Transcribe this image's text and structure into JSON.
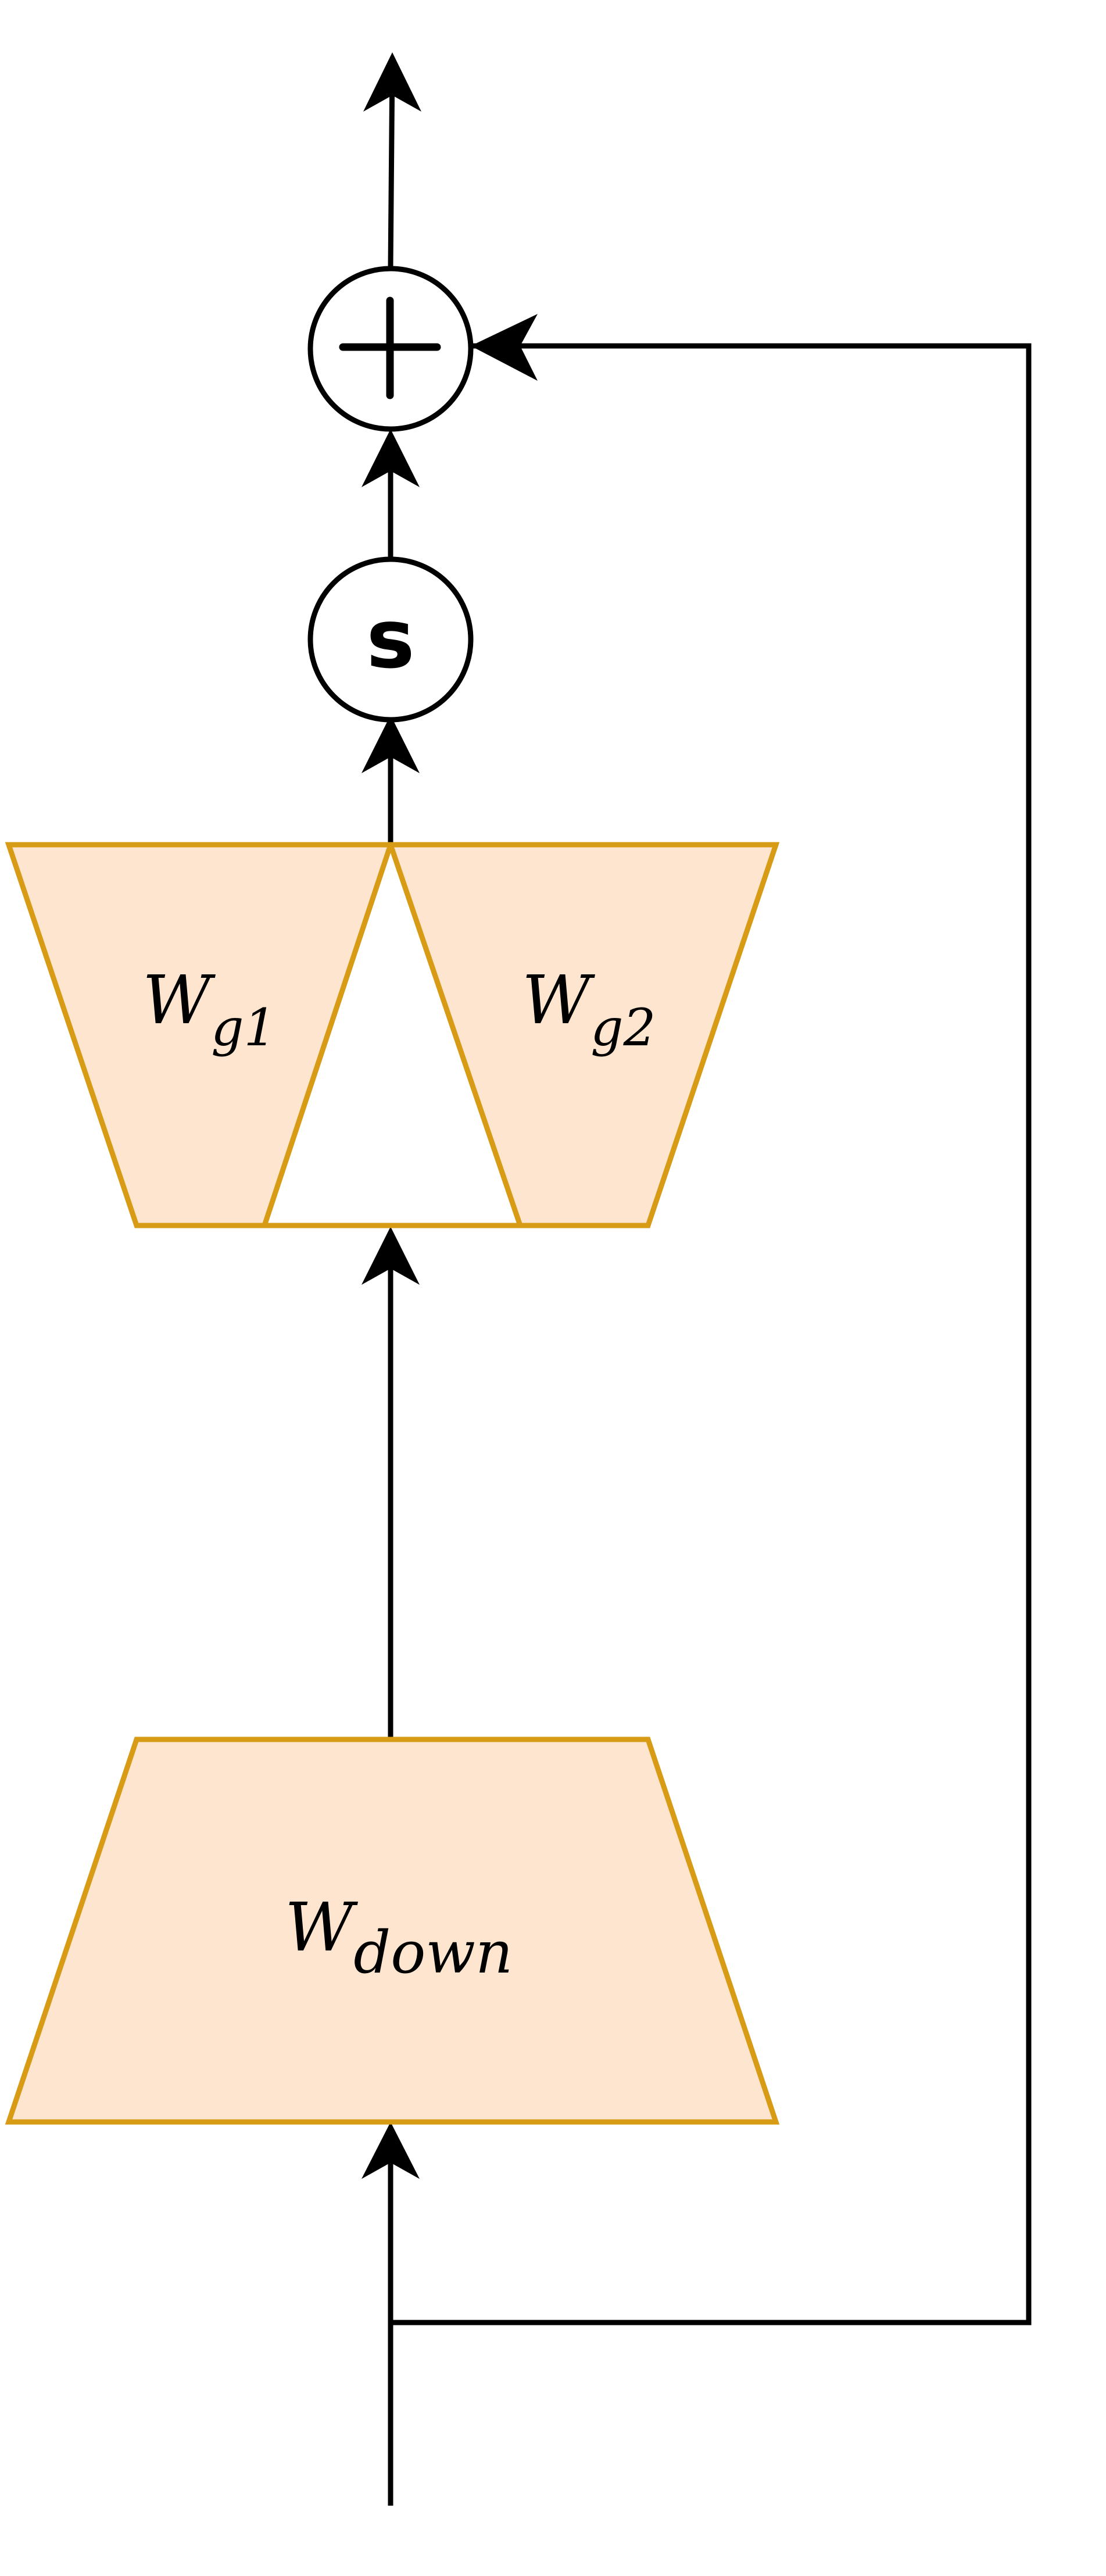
{
  "colors": {
    "block_fill": "#FDE5CF",
    "block_stroke": "#D79B16",
    "line": "#000000",
    "background": "#FFFFFF"
  },
  "blocks": {
    "w_g1": {
      "base": "W",
      "sub": "g1"
    },
    "w_g2": {
      "base": "W",
      "sub": "g2"
    },
    "w_down": {
      "base": "W",
      "sub": "down"
    }
  },
  "operators": {
    "activation": {
      "symbol": "s"
    },
    "add": {
      "symbol": "+",
      "icon": "plus-icon"
    }
  }
}
